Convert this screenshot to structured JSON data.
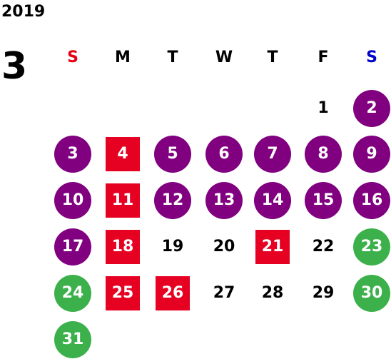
{
  "header": {
    "year": "2019",
    "month": "3"
  },
  "colors": {
    "sunday": "#e60012",
    "saturday": "#0000cc",
    "weekday": "#000000",
    "circle_purple": "#800080",
    "circle_green": "#3cb04a",
    "square_red": "#e60022",
    "highlight_text": "#ffffff"
  },
  "weekdays": [
    {
      "label": "S",
      "kind": "sunday"
    },
    {
      "label": "M",
      "kind": "weekday"
    },
    {
      "label": "T",
      "kind": "weekday"
    },
    {
      "label": "W",
      "kind": "weekday"
    },
    {
      "label": "T",
      "kind": "weekday"
    },
    {
      "label": "F",
      "kind": "weekday"
    },
    {
      "label": "S",
      "kind": "saturday"
    }
  ],
  "days": [
    {
      "label": "1",
      "style": "plain"
    },
    {
      "label": "2",
      "style": "purple"
    },
    {
      "label": "3",
      "style": "purple"
    },
    {
      "label": "4",
      "style": "red"
    },
    {
      "label": "5",
      "style": "purple"
    },
    {
      "label": "6",
      "style": "purple"
    },
    {
      "label": "7",
      "style": "purple"
    },
    {
      "label": "8",
      "style": "purple"
    },
    {
      "label": "9",
      "style": "purple"
    },
    {
      "label": "10",
      "style": "purple"
    },
    {
      "label": "11",
      "style": "red"
    },
    {
      "label": "12",
      "style": "purple"
    },
    {
      "label": "13",
      "style": "purple"
    },
    {
      "label": "14",
      "style": "purple"
    },
    {
      "label": "15",
      "style": "purple"
    },
    {
      "label": "16",
      "style": "purple"
    },
    {
      "label": "17",
      "style": "purple"
    },
    {
      "label": "18",
      "style": "red"
    },
    {
      "label": "19",
      "style": "plain"
    },
    {
      "label": "20",
      "style": "plain"
    },
    {
      "label": "21",
      "style": "red"
    },
    {
      "label": "22",
      "style": "plain"
    },
    {
      "label": "23",
      "style": "green"
    },
    {
      "label": "24",
      "style": "green"
    },
    {
      "label": "25",
      "style": "red"
    },
    {
      "label": "26",
      "style": "red"
    },
    {
      "label": "27",
      "style": "plain"
    },
    {
      "label": "28",
      "style": "plain"
    },
    {
      "label": "29",
      "style": "plain"
    },
    {
      "label": "30",
      "style": "green"
    },
    {
      "label": "31",
      "style": "green"
    }
  ]
}
